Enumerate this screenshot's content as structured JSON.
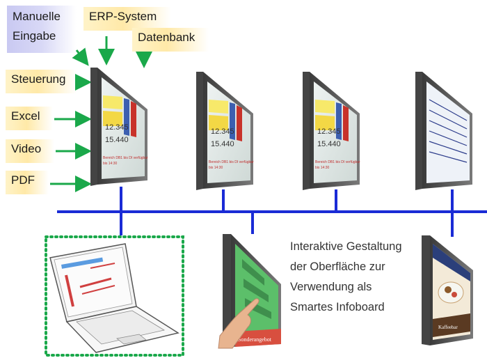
{
  "sources": {
    "manual_line1": "Manuelle",
    "manual_line2": "Eingabe",
    "erp": "ERP-System",
    "database": "Datenbank",
    "control": "Steuerung",
    "excel": "Excel",
    "video": "Video",
    "pdf": "PDF"
  },
  "monitor_content": {
    "value_top": "12.345",
    "value_bottom": "15.440",
    "notice": "Bereich DB1 bis DI verfügbar",
    "time": "bis 14:30"
  },
  "touch_screen_banner": "Sonderangebot",
  "right_screen_title": "Kaffeebar",
  "caption": {
    "line1": "Interaktive Gestaltung",
    "line2": "der Oberfläche zur",
    "line3": "Verwendung als",
    "line4": "Smartes Infoboard"
  },
  "colors": {
    "arrow": "#1aa84a",
    "bus": "#1a2bd6",
    "dotted_border": "#1aa84a"
  }
}
